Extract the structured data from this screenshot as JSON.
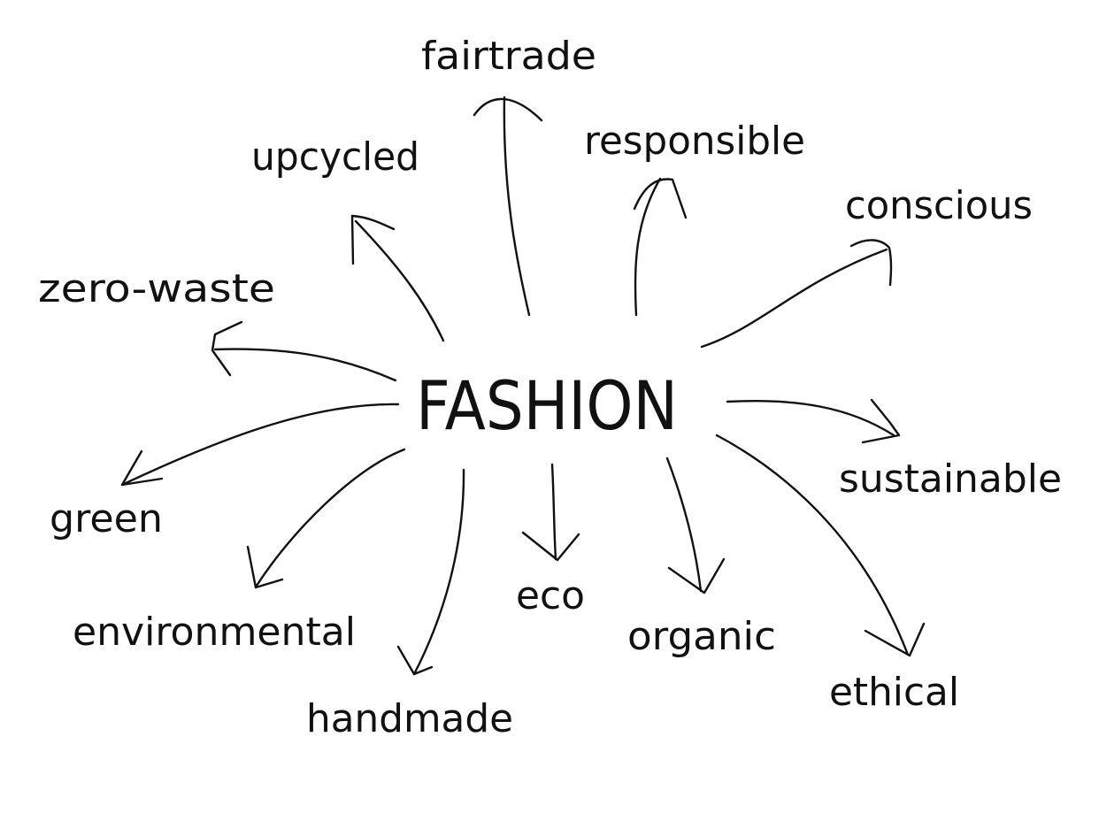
{
  "center": {
    "label": "FASHION"
  },
  "words": [
    {
      "id": "fairtrade",
      "label": "fairtrade"
    },
    {
      "id": "responsible",
      "label": "responsible"
    },
    {
      "id": "upcycled",
      "label": "upcycled"
    },
    {
      "id": "conscious",
      "label": "conscious"
    },
    {
      "id": "zero-waste",
      "label": "zero-waste"
    },
    {
      "id": "sustainable",
      "label": "sustainable"
    },
    {
      "id": "green",
      "label": "green"
    },
    {
      "id": "environmental",
      "label": "environmental"
    },
    {
      "id": "eco",
      "label": "eco"
    },
    {
      "id": "organic",
      "label": "organic"
    },
    {
      "id": "ethical",
      "label": "ethical"
    },
    {
      "id": "handmade",
      "label": "handmade"
    }
  ],
  "colors": {
    "ink": "#111111",
    "background": "#ffffff"
  }
}
